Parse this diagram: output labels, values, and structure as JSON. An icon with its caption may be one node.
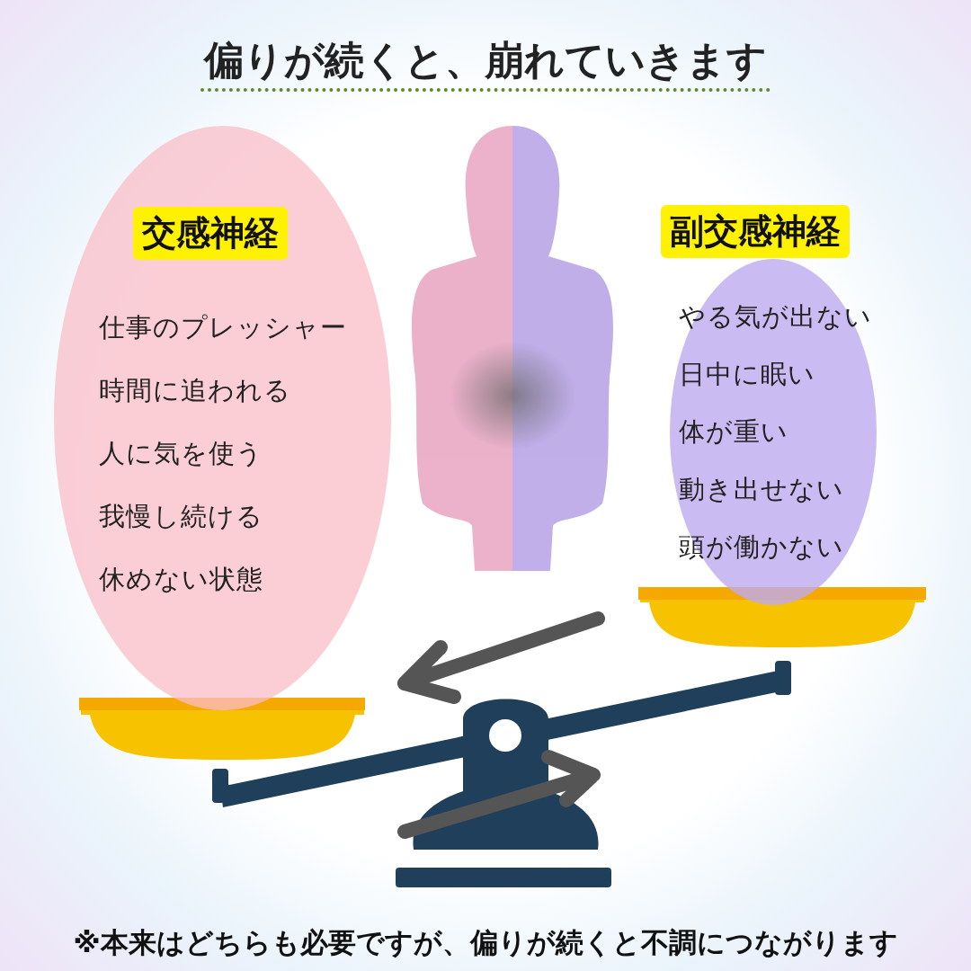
{
  "diagram": {
    "title": "偏りが続くと、崩れていきます",
    "caption": "※本来はどちらも必要ですが、偏りが続くと不調につながります",
    "nodes": [
      {
        "text": [
          "交感神経",
          "仕事のプレッシャー",
          "時間に追われる",
          "人に気を使う",
          "我慢し続ける",
          "休めない状態"
        ]
      },
      {
        "text": [
          "副交感神経",
          "やる気が出ない",
          "日中に眠い",
          "体が重い",
          "動き出せない",
          "頭が働かない"
        ]
      }
    ]
  }
}
